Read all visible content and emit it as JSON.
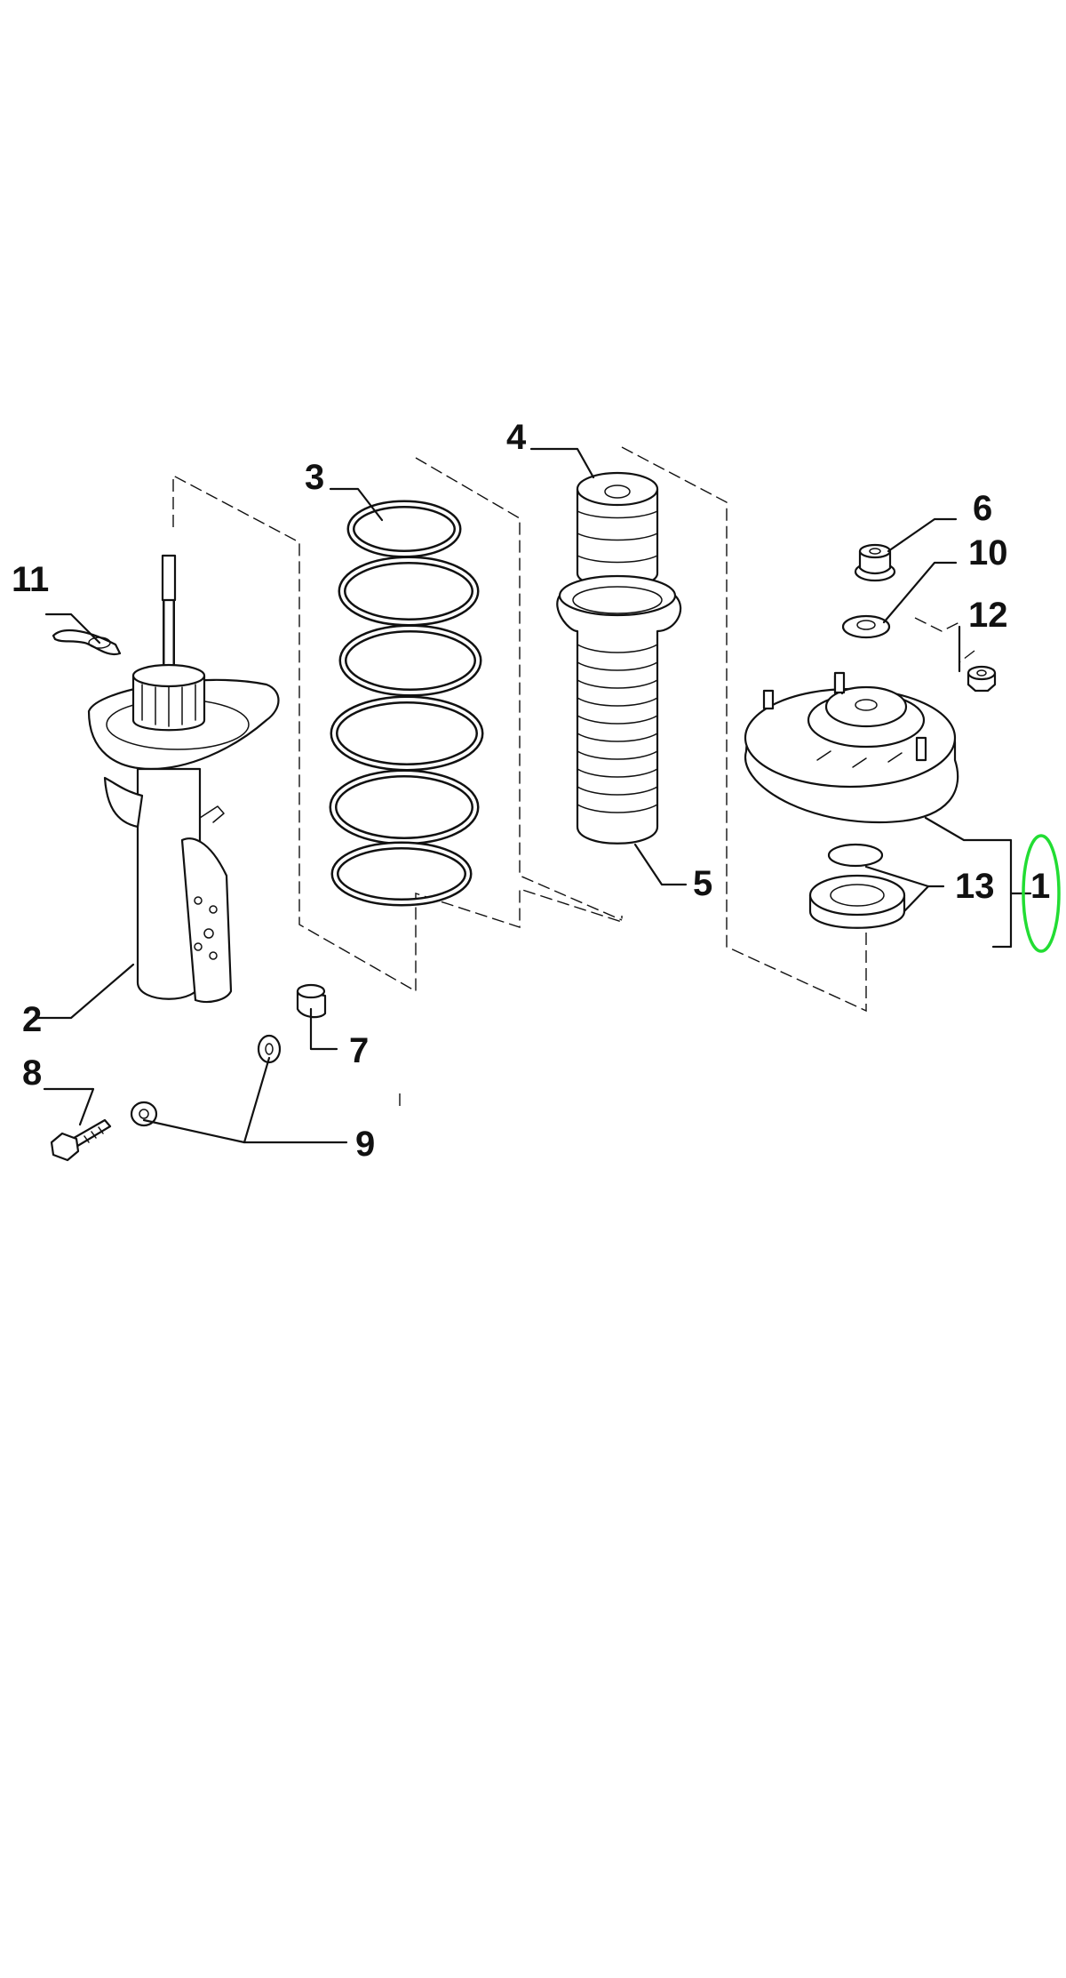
{
  "diagram": {
    "callouts": [
      {
        "id": "c1",
        "label": "1"
      },
      {
        "id": "c2",
        "label": "2"
      },
      {
        "id": "c3",
        "label": "3"
      },
      {
        "id": "c4",
        "label": "4"
      },
      {
        "id": "c5",
        "label": "5"
      },
      {
        "id": "c6",
        "label": "6"
      },
      {
        "id": "c7",
        "label": "7"
      },
      {
        "id": "c8",
        "label": "8"
      },
      {
        "id": "c9",
        "label": "9"
      },
      {
        "id": "c10",
        "label": "10"
      },
      {
        "id": "c11",
        "label": "11"
      },
      {
        "id": "c12",
        "label": "12"
      },
      {
        "id": "c13",
        "label": "13"
      }
    ],
    "highlight_color": "#22dd33",
    "highlighted_callout": "1"
  }
}
